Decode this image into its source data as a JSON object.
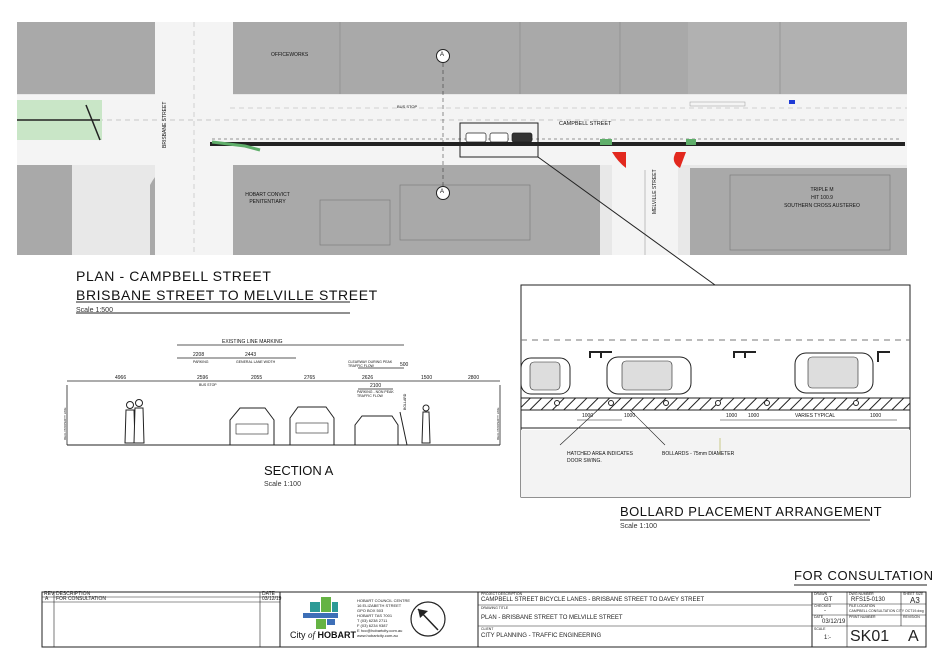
{
  "plan": {
    "title_line1": "PLAN  - CAMPBELL STREET",
    "title_line2": "BRISBANE STREET TO MELVILLE STREET",
    "scale": "Scale 1:500",
    "labels": {
      "officeworks": "OFFICEWORKS",
      "brisbane_street": "BRISBANE STREET",
      "campbell_street": "CAMPBELL STREET",
      "bus_stop": "BUS STOP",
      "melville_street": "MELVILLE STREET",
      "hobart_convict_line1": "HOBART CONVICT",
      "hobart_convict_line2": "PENITENTIARY",
      "triple_m_line1": "TRIPLE M",
      "triple_m_line2": "HIT 100.9",
      "triple_m_line3": "SOUTHERN CROSS AUSTEREO",
      "section_marker": "A"
    }
  },
  "section": {
    "title": "SECTION A",
    "scale": "Scale 1:100",
    "existing_line_marking": "EXISTING LINE MARKING",
    "dims_upper": [
      "2208",
      "2443"
    ],
    "dims_upper_sub": [
      "PARKING",
      "GENERAL LANE WIDTH"
    ],
    "dims_main": [
      "4966",
      "2596",
      "2055",
      "2765",
      "2626",
      "500",
      "1500",
      "2800"
    ],
    "bus_stop": "BUS STOP",
    "clearway_note": "CLEARWAY DURING PEAK TRAFFIC FLOW",
    "dim_2100": "2100",
    "parking_note": "PARKING - NON PEAK TRAFFIC FLOW",
    "bollard_note": "BOLLARD",
    "left_line": "REAL PROPERTY LINE",
    "right_line": "REAL PROPERTY LINE"
  },
  "bollard": {
    "title": "BOLLARD PLACEMENT ARRANGEMENT",
    "scale": "Scale 1:100",
    "dims": [
      "1000",
      "1000",
      "1000",
      "1000",
      "1000"
    ],
    "varies": "VARIES TYPICAL",
    "hatched_note_line1": "HATCHED AREA INDICATES",
    "hatched_note_line2": "DOOR SWING.",
    "bollards_note": "BOLLARDS - 75mm DIAMETER"
  },
  "consultation": "FOR CONSULTATION",
  "titleblock": {
    "rev_header": "REV",
    "desc_header": "DESCRIPTION",
    "date_header": "DATE",
    "rev_value": "A",
    "desc_value": "FOR CONSULTATION",
    "date_value": "03/12/19",
    "council_lines": [
      "HOBART COUNCIL CENTRE",
      "16 ELIZABETH STREET",
      "GPO BOX 503",
      "HOBART TAS 7001",
      "T (03) 6238 2711",
      "F (03) 6234 9387",
      "E hcc@hobartcity.com.au",
      "www.hobartcity.com.au"
    ],
    "logo_text_prefix": "City",
    "logo_text_of": "of",
    "logo_text_name": "HOBART",
    "project_desc_label": "PROJECT DESCRIPTION",
    "project_desc": "CAMPBELL STREET BICYCLE LANES - BRISBANE  STREET TO DAVEY STREET",
    "drawing_title_label": "DRAWING TITLE",
    "drawing_title": "PLAN - BRISBANE STREET TO MELVILLE STREET",
    "client_label": "CLIENT",
    "client": "CITY PLANNING - TRAFFIC ENGINEERING",
    "drawn_label": "DRAWN",
    "drawn": "GT",
    "checked_label": "CHECKED",
    "checked": "-",
    "date_label": "DATE",
    "date": "03/12/19",
    "scale_label": "SCALE",
    "scale": "1:-",
    "dwg_number_label": "DWG NUMBER",
    "dwg_number": "RFS15-0130",
    "sheet_size_label": "SHEET SIZE",
    "sheet_size": "A3",
    "file_location_label": "FILE LOCATION",
    "file_location": "CAMPBELL CONSULTATION CITY OCT19.dwg",
    "print_number_label": "PRINT NUMBER",
    "print_number": "SK01",
    "revision_label": "REVISION",
    "revision": "A"
  }
}
